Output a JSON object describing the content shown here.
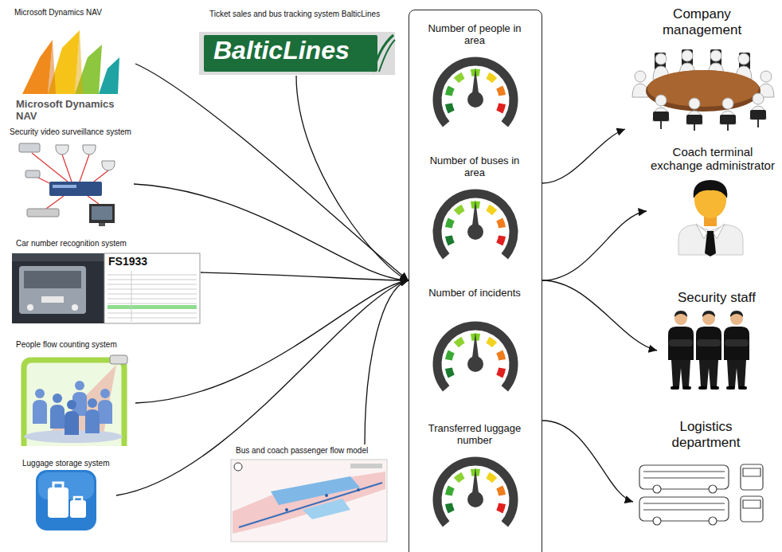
{
  "diagram": {
    "nodes": [
      {
        "text": [
          "Microsoft Dynamics NAV",
          "Microsoft Dynamics NAV"
        ]
      },
      {
        "text": [
          "Ticket sales and bus tracking system BalticLines",
          "BalticLines"
        ]
      },
      {
        "text": [
          "Security video surveillance system"
        ]
      },
      {
        "text": [
          "Car number recognition system",
          "FS1933"
        ]
      },
      {
        "text": [
          "People flow counting system"
        ]
      },
      {
        "text": [
          "Luggage storage system"
        ]
      },
      {
        "text": [
          "Bus and coach passenger flow model"
        ]
      },
      {
        "text": []
      },
      {
        "text": [
          "Number of people in area"
        ],
        "in": 7
      },
      {
        "text": [
          "Number of buses in area"
        ],
        "in": 7
      },
      {
        "text": [
          "Number of incidents"
        ],
        "in": 7
      },
      {
        "text": [
          "Transferred luggage number"
        ],
        "in": 7
      },
      {
        "text": [
          "Company management"
        ]
      },
      {
        "text": [
          "Coach terminal exchange administrator"
        ]
      },
      {
        "text": [
          "Security staff"
        ]
      },
      {
        "text": [
          "Logistics department"
        ]
      }
    ],
    "edges": [
      {
        "from": 0,
        "to": 7,
        "arrow": "to"
      },
      {
        "from": 1,
        "to": 7,
        "arrow": "to"
      },
      {
        "from": 2,
        "to": 7,
        "arrow": "to"
      },
      {
        "from": 3,
        "to": 7,
        "arrow": "to"
      },
      {
        "from": 4,
        "to": 7,
        "arrow": "to"
      },
      {
        "from": 5,
        "to": 7,
        "arrow": "to"
      },
      {
        "from": 6,
        "to": 7,
        "arrow": "to"
      },
      {
        "from": 7,
        "to": 12,
        "arrow": "to"
      },
      {
        "from": 7,
        "to": 13,
        "arrow": "to"
      },
      {
        "from": 7,
        "to": 14,
        "arrow": "to"
      },
      {
        "from": 7,
        "to": 15,
        "arrow": "to"
      }
    ]
  }
}
